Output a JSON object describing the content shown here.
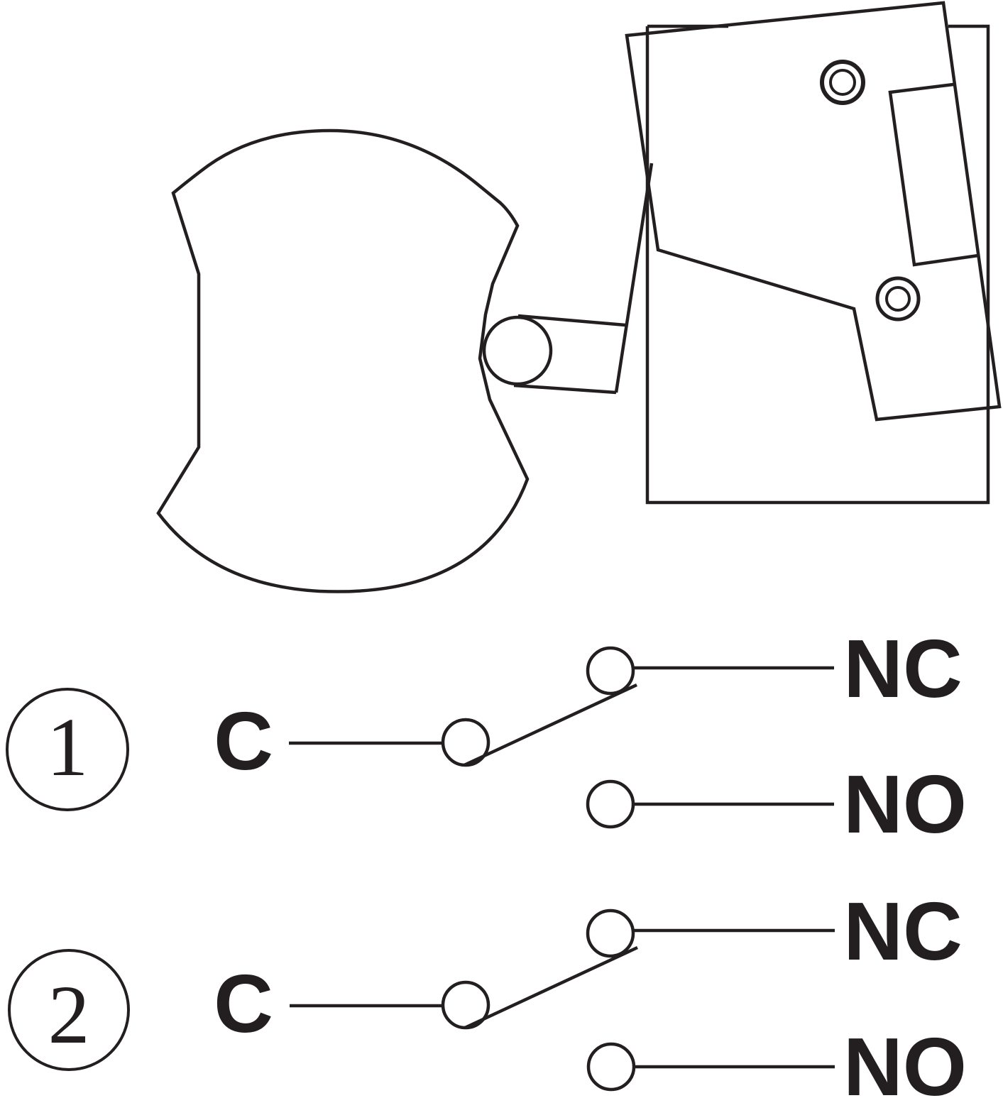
{
  "diagram": {
    "title": "Microswitch with cam actuator and contact states",
    "colors": {
      "line": "#231f20",
      "background": "#ffffff"
    },
    "states": [
      {
        "number": "1",
        "common": "C",
        "nc": "NC",
        "no": "NO",
        "connected": "NC"
      },
      {
        "number": "2",
        "common": "C",
        "nc": "NC",
        "no": "NO",
        "connected": "NC"
      }
    ]
  }
}
